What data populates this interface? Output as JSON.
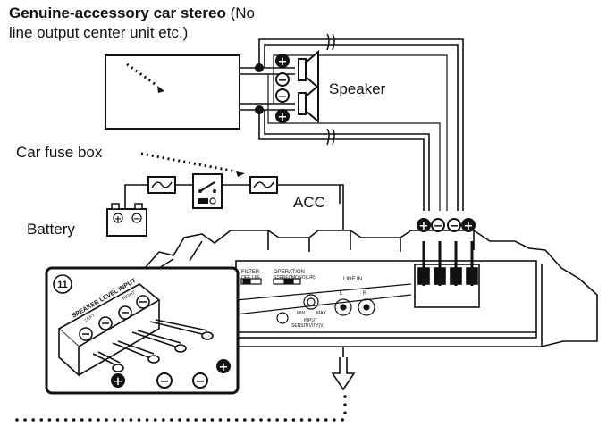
{
  "labels": {
    "stereo_bold": "Genuine-accessory car stereo",
    "stereo_rest": " (No",
    "stereo_line2": "line output center unit etc.)",
    "speaker": "Speaker",
    "fuse_box": "Car fuse box",
    "acc": "ACC",
    "battery": "Battery",
    "callout_number": "11",
    "panel_filter": "FILTER",
    "panel_operation": "OPERATION",
    "panel_off": "OFF",
    "panel_lpf": "LPF",
    "panel_stereo": "STEREO",
    "panel_monolr": "MONO(L/R)",
    "panel_line_in": "LINE IN",
    "panel_l": "L",
    "panel_r": "R",
    "panel_min": "MIN",
    "panel_max": "MAX",
    "panel_input": "INPUT",
    "panel_sensitivity": "SENSITIVITY(V)",
    "terminal_header": "SPEAKER LEVEL INPUT",
    "terminal_left": "LEFT",
    "terminal_right": "RIGHT"
  },
  "symbols": {
    "plus": "+",
    "minus": "−"
  },
  "colors": {
    "line": "#111111",
    "fill": "#ffffff"
  }
}
